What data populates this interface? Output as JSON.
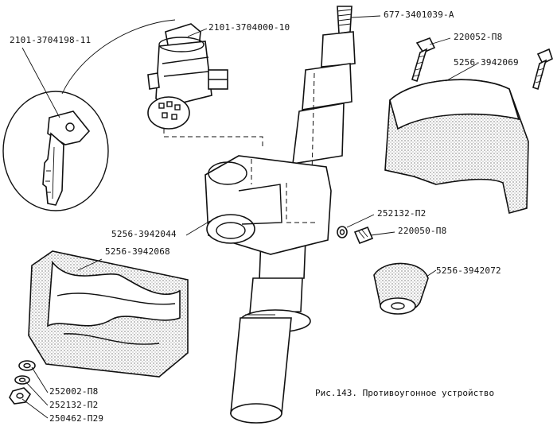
{
  "labels": {
    "key": "2101-3704198-11",
    "switch": "2101-3704000-10",
    "shaft": "677-3401039-A",
    "screw_top": "220052-П8",
    "cover_top": "5256-3942069",
    "washer_mid": "252132-П2",
    "screw_mid": "220050-П8",
    "housing": "5256-3942044",
    "cover_bottom": "5256-3942068",
    "boot": "5256-3942072",
    "washer_a": "252002-П8",
    "washer_b": "252132-П2",
    "nut": "250462-П29"
  },
  "caption": "Рис.143. Противоугонное устройство"
}
